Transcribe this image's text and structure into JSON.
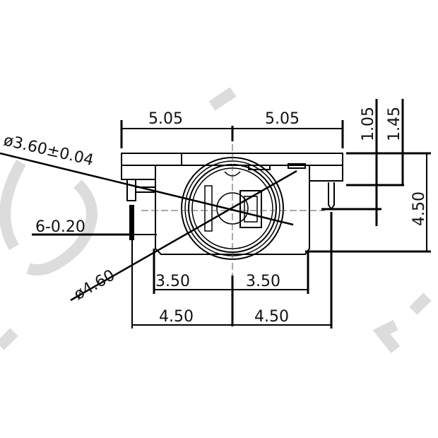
{
  "drawing": {
    "type": "mechanical dimension drawing",
    "subject": "connector / socket front view",
    "line_color": "#000000",
    "watermark_color": "#d9d9d9"
  },
  "dimensions": {
    "top_left": "5.05",
    "top_right": "5.05",
    "diameter_inner": "ø3.60±0.04",
    "pin_width": "6-0.20",
    "diameter_outer": "ø4.60",
    "mid_left": "3.50",
    "mid_right": "3.50",
    "bottom_left": "4.50",
    "bottom_right": "4.50",
    "right_v1": "1.05",
    "right_v2": "1.45",
    "right_height": "4.50"
  }
}
